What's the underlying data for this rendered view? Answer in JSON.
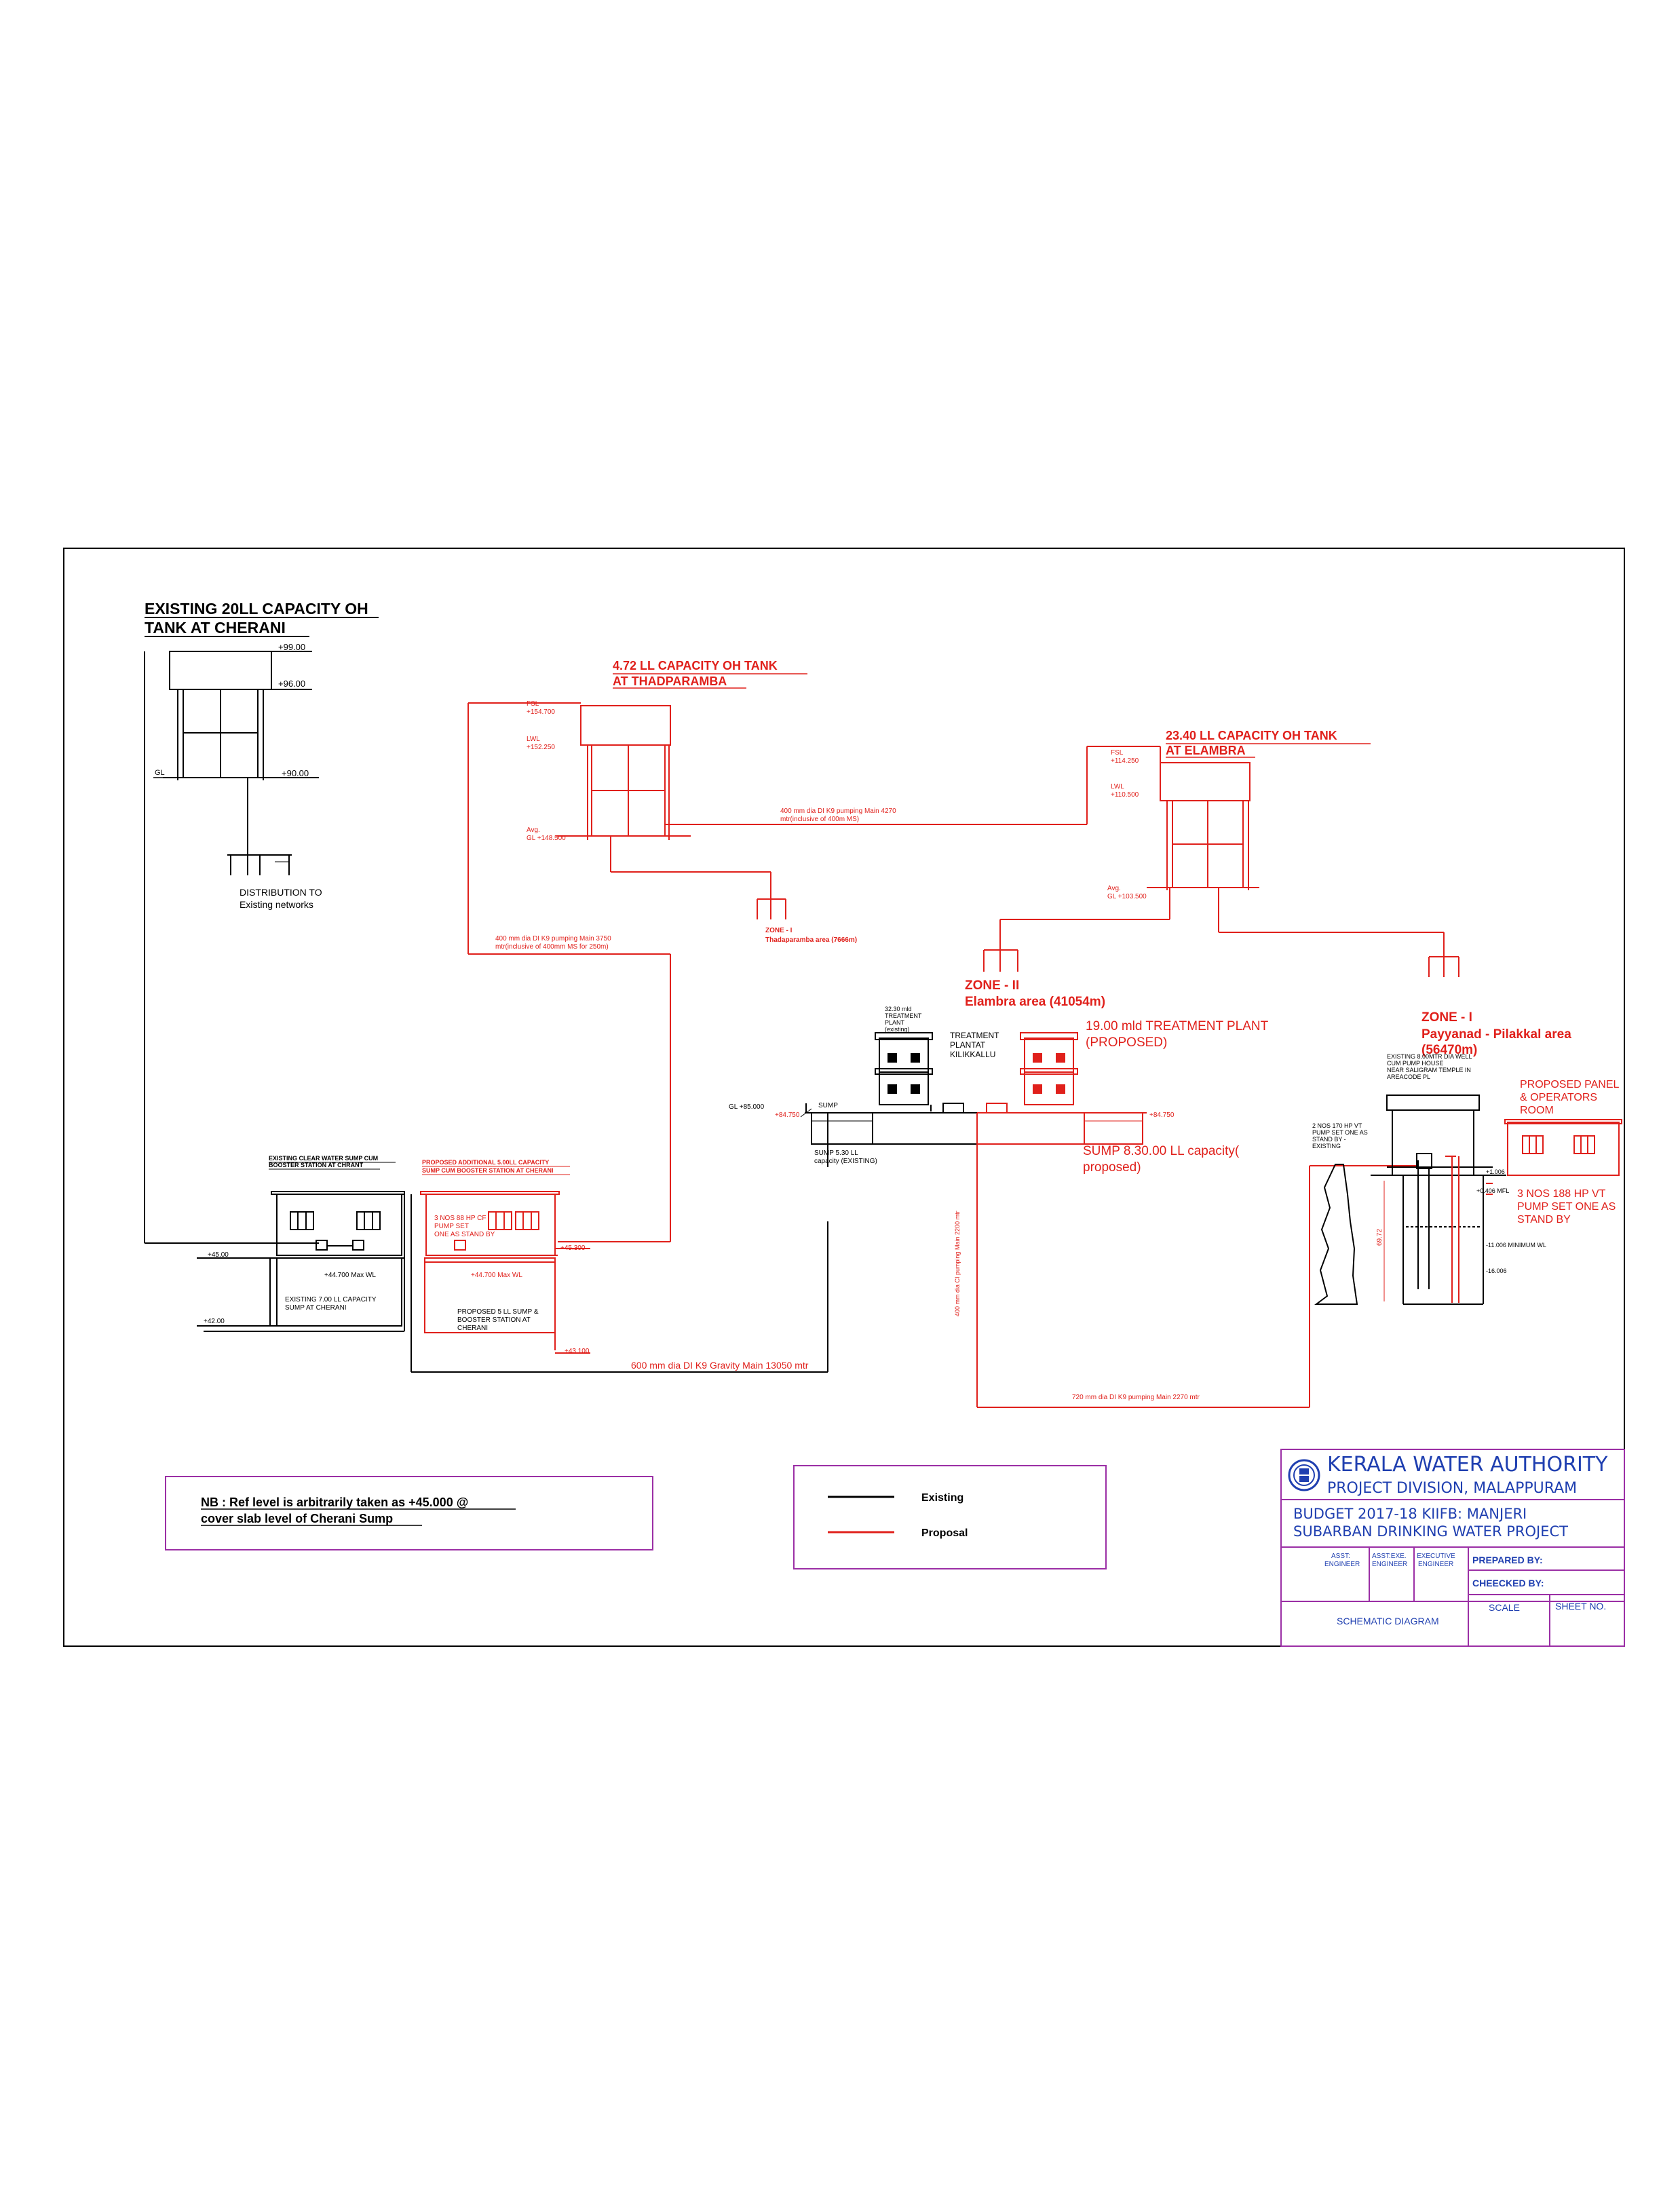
{
  "colors": {
    "existing": "#000000",
    "proposal": "#e0201b",
    "frame_accent": "#9b2fa5",
    "authority_blue": "#1f3fb0"
  },
  "cherani_tank": {
    "title_1": "EXISTING 20LL CAPACITY OH",
    "title_2": "TANK AT CHERANI",
    "lvl_top": "+99.00",
    "lvl_mid": "+96.00",
    "lvl_low": "+90.00",
    "gl_mark": "GL",
    "distribution_1": "DISTRIBUTION TO",
    "distribution_2": "Existing networks"
  },
  "thadparamba_tank": {
    "title_1": "4.72 LL CAPACITY OH TANK",
    "title_2": "AT THADPARAMBA",
    "fsl_label": "FSL",
    "fsl_val": "+154.700",
    "lvl2_label": "LWL",
    "lvl2_val": "+152.250",
    "avg_label": "Avg.",
    "avg_val": "GL +148.500",
    "pumping_main_1": "400 mm dia DI K9 pumping Main 4270",
    "pumping_main_2": "mtr(inclusive of 400m MS)",
    "left_main_1": "400 mm dia DI K9 pumping Main 3750",
    "left_main_2": "mtr(inclusive of 400mm MS for 250m)",
    "zone_label": "ZONE - I",
    "zone_area": "Thadaparamba area (7666m)"
  },
  "elambra_tank": {
    "title_1": "23.40 LL CAPACITY OH TANK",
    "title_2": "AT ELAMBRA",
    "fsl_label": "FSL",
    "fsl_val": "+114.250",
    "lvl2_label": "LWL",
    "lvl2_val": "+110.500",
    "avg_label": "Avg.",
    "avg_val": "GL +103.500"
  },
  "zones": {
    "zone2_label": "ZONE - II",
    "zone2_area": "Elambra area (41054m)",
    "zone1_label": "ZONE - I",
    "zone1_area_1": "Payyanad - Pilakkal area",
    "zone1_area_2": "(56470m)"
  },
  "treatment": {
    "existing_note_1": "32.30 mld",
    "existing_note_2": "TREATMENT",
    "existing_note_3": "PLANT",
    "existing_note_4": "(existing)",
    "plant_label_1": "TREATMENT",
    "plant_label_2": "PLANTAT",
    "plant_label_3": "KILIKKALLU",
    "proposed_1": "19.00 mld TREATMENT PLANT",
    "proposed_2": "(PROPOSED)",
    "gl_left": "GL +85.000",
    "lvl_left": "+84.750",
    "lvl_right": "+84.750",
    "sump_label": "SUMP",
    "sump_exist_1": "SUMP 5.30 LL",
    "sump_exist_2": "capacity (EXISTING)",
    "sump_prop_1": "SUMP 8.30.00 LL capacity(",
    "sump_prop_2": "proposed)",
    "vertical_main": "400 mm dia CI pumping Main 2200 mtr",
    "bottom_main": "720 mm dia DI K9 pumping Main 2270 mtr"
  },
  "cherani_booster": {
    "exist_title_1": "EXISTING CLEAR WATER SUMP CUM",
    "exist_title_2": "BOOSTER STATION AT CHRANT",
    "prop_title_1": "PROPOSED ADDITIONAL 5.00LL CAPACITY",
    "prop_title_2": "SUMP CUM BOOSTER STATION AT CHERANI",
    "pumpset_1": "3 NOS 88 HP CF",
    "pumpset_2": "PUMP SET",
    "pumpset_3": "ONE AS STAND BY",
    "lvl_left_45": "+45.00",
    "lvl_left_42": "+42.00",
    "lvl_45300": "+45.300",
    "maxwl_1": "+44.700 Max WL",
    "maxwl_2": "+44.700 Max WL",
    "exist_sump_1": "EXISTING 7.00 LL CAPACITY",
    "exist_sump_2": "SUMP AT CHERANI",
    "prop_sump_1": "PROPOSED 5 LL SUMP &",
    "prop_sump_2": "BOOSTER STATION AT",
    "prop_sump_3": "CHERANI",
    "lvl_43100": "+43.100",
    "gravity_main": "600 mm dia DI K9 Gravity Main 13050 mtr"
  },
  "intake_well": {
    "note_1": "EXISTING 8.00MTR DIA WELL",
    "note_2": "CUM PUMP HOUSE",
    "note_3": "NEAR SALIGRAM TEMPLE IN",
    "note_4": "AREACODE PL",
    "panel_1": "PROPOSED PANEL",
    "panel_2": "& OPERATORS",
    "panel_3": "ROOM",
    "exist_pump_1": "2 NOS 170 HP VT",
    "exist_pump_2": "PUMP SET ONE AS",
    "exist_pump_3": "STAND BY -",
    "exist_pump_4": "EXISTING",
    "prop_pump_1": "3 NOS 188 HP VT",
    "prop_pump_2": "PUMP SET ONE AS",
    "prop_pump_3": "STAND BY",
    "lvl_a": "+1.006",
    "lvl_b": "+0.406 MFL",
    "min_wl": "-11.006 MINIMUM WL",
    "lvl_c": "-16.006",
    "depth": "69.72"
  },
  "note": {
    "line_1": "NB : Ref level is arbitrarily taken as +45.000 @",
    "line_2": "cover slab level of Cherani Sump"
  },
  "legend": {
    "existing": "Existing",
    "proposal": "Proposal"
  },
  "title_block": {
    "authority": "KERALA WATER AUTHORITY",
    "division": "PROJECT DIVISION, MALAPPURAM",
    "project_1": "BUDGET 2017-18   KIIFB: MANJERI",
    "project_2": "SUBARBAN DRINKING WATER  PROJECT",
    "asst_1": "ASST:",
    "asst_2": "ENGINEER",
    "asst_exe_1": "ASST:EXE.",
    "asst_exe_2": "ENGINEER",
    "exec_1": "EXECUTIVE",
    "exec_2": "ENGINEER",
    "prepared": "PREPARED BY:",
    "checked": "CHEECKED BY:",
    "scale": "SCALE",
    "sheet": "SHEET NO.",
    "drawing_title": "SCHEMATIC DIAGRAM"
  }
}
